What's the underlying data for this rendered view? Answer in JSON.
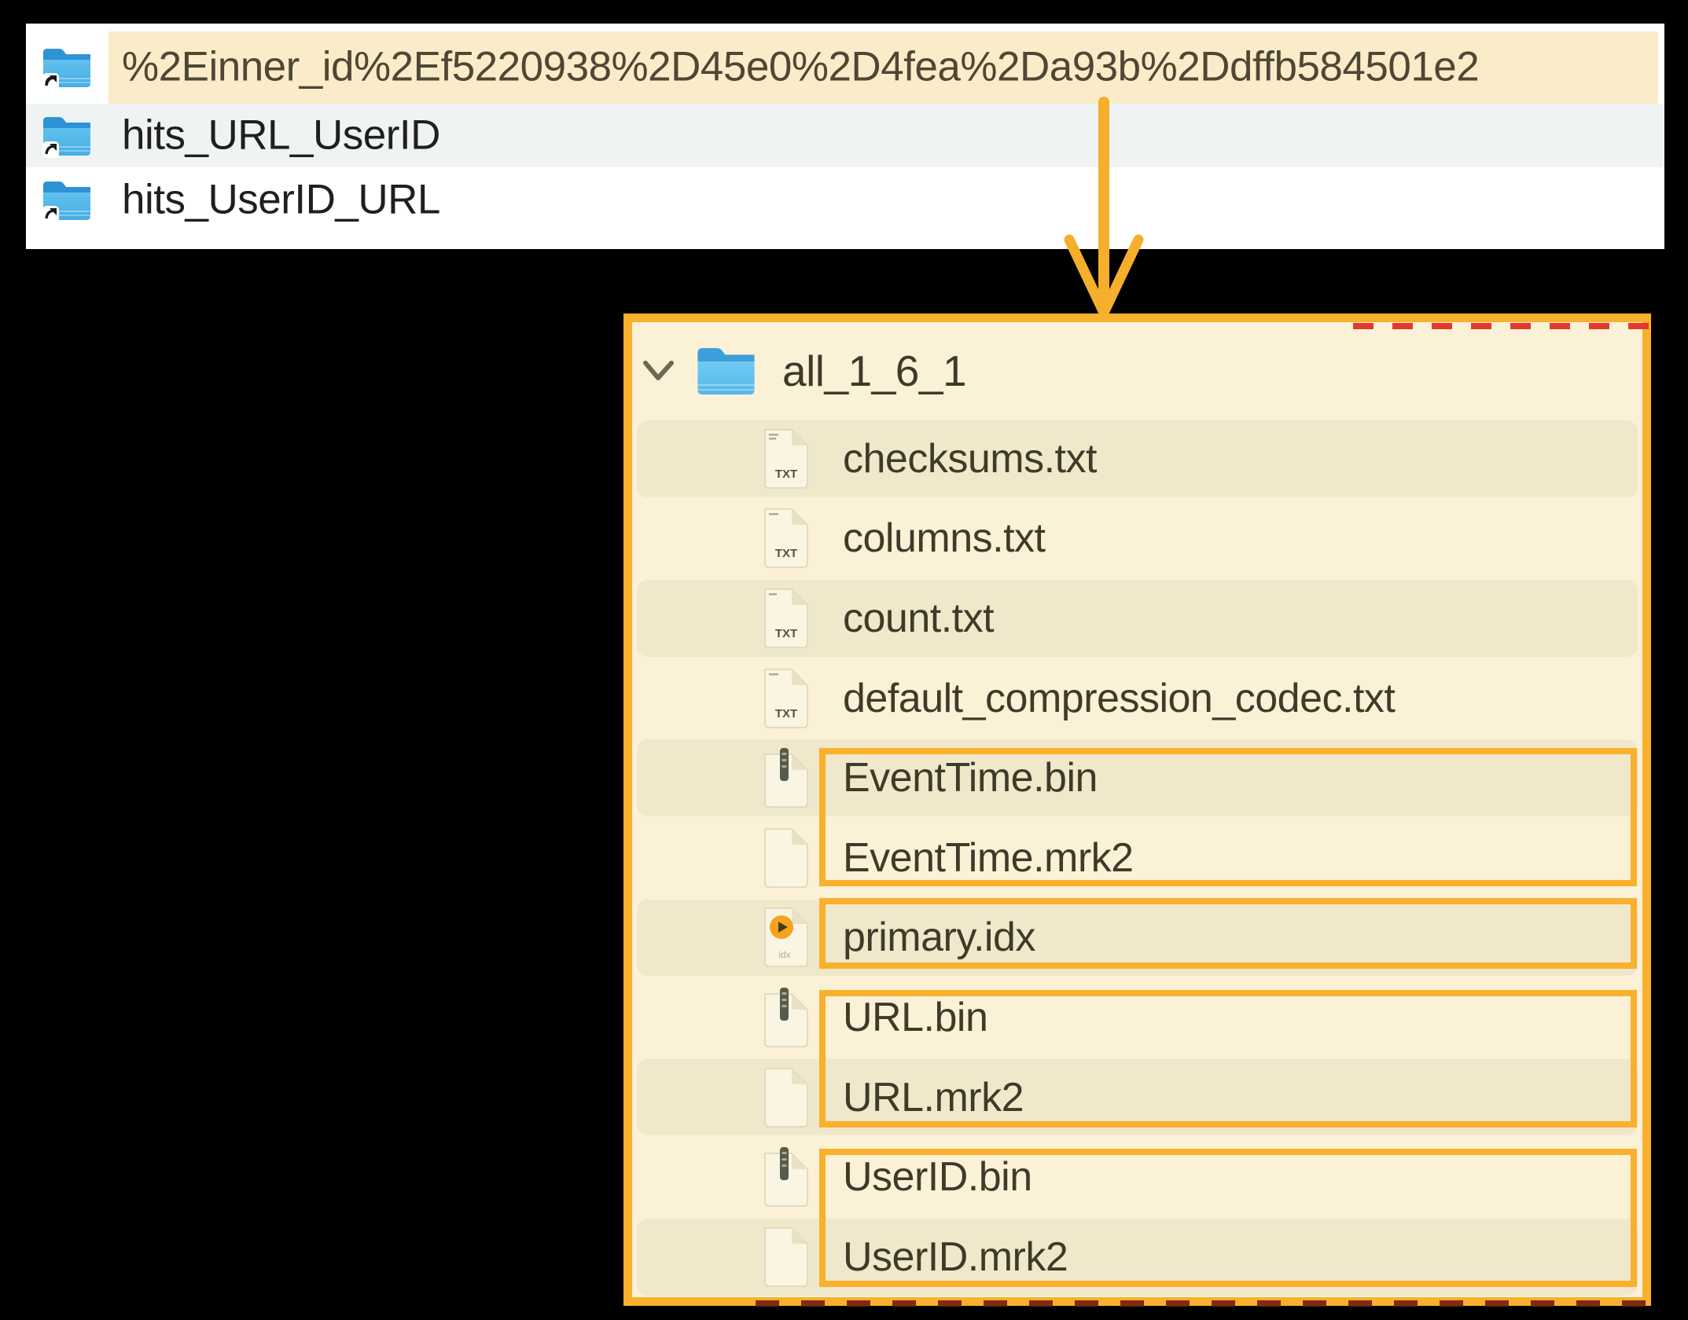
{
  "accent": {
    "orange": "#f9b02c",
    "red_dash_top": "#e23b2e",
    "red_dash_bottom": "#701e11",
    "highlight_cream": "#faecc9",
    "panel_cream": "#fbf1d7",
    "row_band": "#f0e8ca",
    "alt_row_gray": "#f0f3f3"
  },
  "top_list": {
    "items": [
      {
        "name": "%2Einner_id%2Ef5220938%2D45e0%2D4fea%2Da93b%2Ddffb584501e2",
        "highlighted": true,
        "icon": "alias-folder"
      },
      {
        "name": "hits_URL_UserID",
        "highlighted": false,
        "icon": "alias-folder"
      },
      {
        "name": "hits_UserID_URL",
        "highlighted": false,
        "icon": "alias-folder"
      }
    ]
  },
  "tree": {
    "root": {
      "name": "all_1_6_1",
      "expanded": true,
      "icon": "folder"
    },
    "files": [
      {
        "name": "checksums.txt",
        "icon": "txt-file"
      },
      {
        "name": "columns.txt",
        "icon": "txt-file"
      },
      {
        "name": "count.txt",
        "icon": "txt-file"
      },
      {
        "name": "default_compression_codec.txt",
        "icon": "txt-file"
      },
      {
        "name": "EventTime.bin",
        "icon": "bin-file"
      },
      {
        "name": "EventTime.mrk2",
        "icon": "mrk2-file"
      },
      {
        "name": "primary.idx",
        "icon": "idx-file"
      },
      {
        "name": "URL.bin",
        "icon": "bin-file"
      },
      {
        "name": "URL.mrk2",
        "icon": "mrk2-file"
      },
      {
        "name": "UserID.bin",
        "icon": "bin-file"
      },
      {
        "name": "UserID.mrk2",
        "icon": "mrk2-file"
      }
    ]
  },
  "icons": {
    "txt_label": "TXT",
    "idx_label": "idx"
  }
}
